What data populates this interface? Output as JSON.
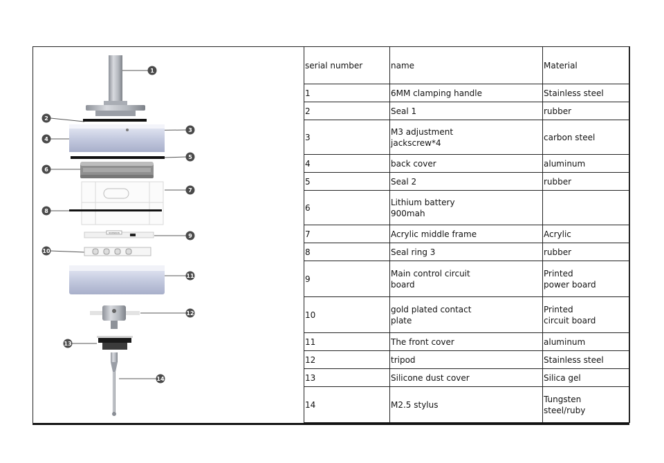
{
  "table": {
    "headers": [
      "serial number",
      "name",
      "Material"
    ],
    "rows": [
      {
        "serial": "1",
        "name": "6MM clamping handle",
        "material": "Stainless steel"
      },
      {
        "serial": "2",
        "name": "Seal 1",
        "material": "rubber"
      },
      {
        "serial": "3",
        "name": "M3 adjustment\njackscrew*4",
        "material": "carbon steel"
      },
      {
        "serial": "4",
        "name": "back cover",
        "material": "aluminum"
      },
      {
        "serial": "5",
        "name": "Seal 2",
        "material": "rubber"
      },
      {
        "serial": "6",
        "name": "Lithium battery\n900mah",
        "material": ""
      },
      {
        "serial": "7",
        "name": "Acrylic middle frame",
        "material": "Acrylic"
      },
      {
        "serial": "8",
        "name": "Seal ring 3",
        "material": "rubber"
      },
      {
        "serial": "9",
        "name": "Main control circuit\nboard",
        "material": "Printed\npower board"
      },
      {
        "serial": "10",
        "name": "gold plated contact\nplate",
        "material": "Printed\ncircuit board"
      },
      {
        "serial": "11",
        "name": "The front cover",
        "material": "aluminum"
      },
      {
        "serial": "12",
        "name": "tripod",
        "material": "Stainless steel"
      },
      {
        "serial": "13",
        "name": "Silicone dust cover",
        "material": "Silica gel"
      },
      {
        "serial": "14",
        "name": "M2.5 stylus",
        "material": "Tungsten\nsteel/ruby"
      }
    ]
  },
  "diagram": {
    "callouts": [
      "1",
      "2",
      "3",
      "4",
      "5",
      "6",
      "7",
      "8",
      "9",
      "10",
      "11",
      "12",
      "13",
      "14"
    ],
    "pcb_marking": "NNNNNNN"
  }
}
